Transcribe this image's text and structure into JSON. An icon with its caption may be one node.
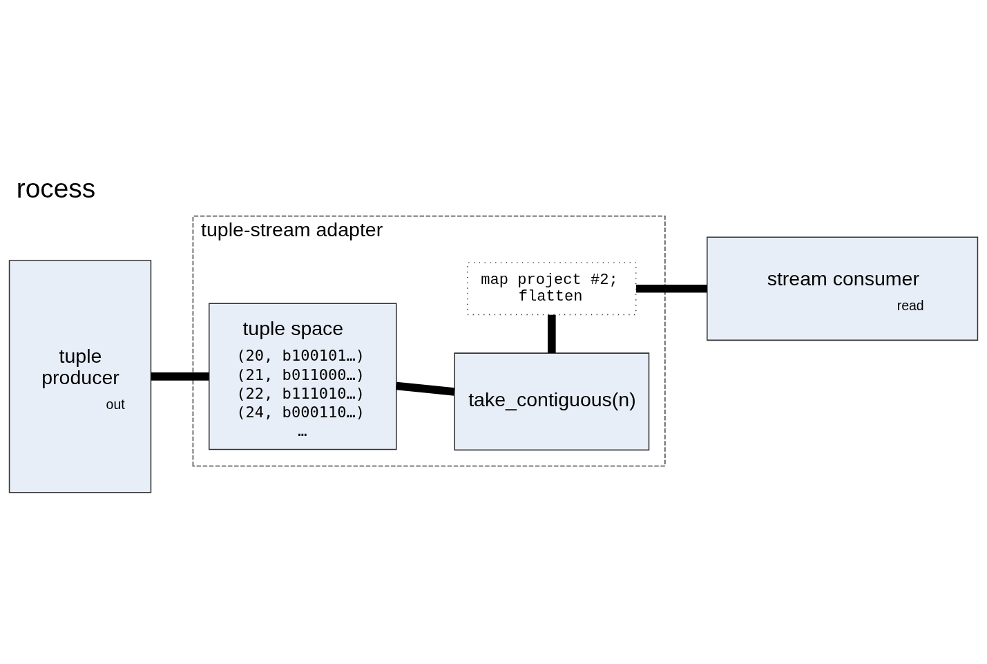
{
  "diagram": {
    "title": "rocess",
    "nodes": [
      {
        "text": [
          "stream consumer",
          "read"
        ]
      },
      {
        "text": [
          "tuple-stream adapter"
        ]
      },
      {
        "text": [
          "map project #2; flatten"
        ],
        "in": 1
      },
      {
        "text": [
          "tuple space",
          "(20, b100101…)",
          "(21, b011000…)",
          "(22, b111010…)",
          "(24, b000110…)",
          "…"
        ],
        "in": 1
      },
      {
        "text": [
          "take_contiguous(n)"
        ],
        "in": 1
      },
      {
        "text": [
          "tuple producer",
          "out"
        ]
      }
    ],
    "edges": [
      {
        "from": 5,
        "to": 3,
        "arrow": "none"
      },
      {
        "from": 3,
        "to": 4,
        "arrow": "none"
      },
      {
        "from": 4,
        "to": 2,
        "arrow": "none"
      },
      {
        "from": 2,
        "to": 0,
        "arrow": "none"
      }
    ]
  }
}
